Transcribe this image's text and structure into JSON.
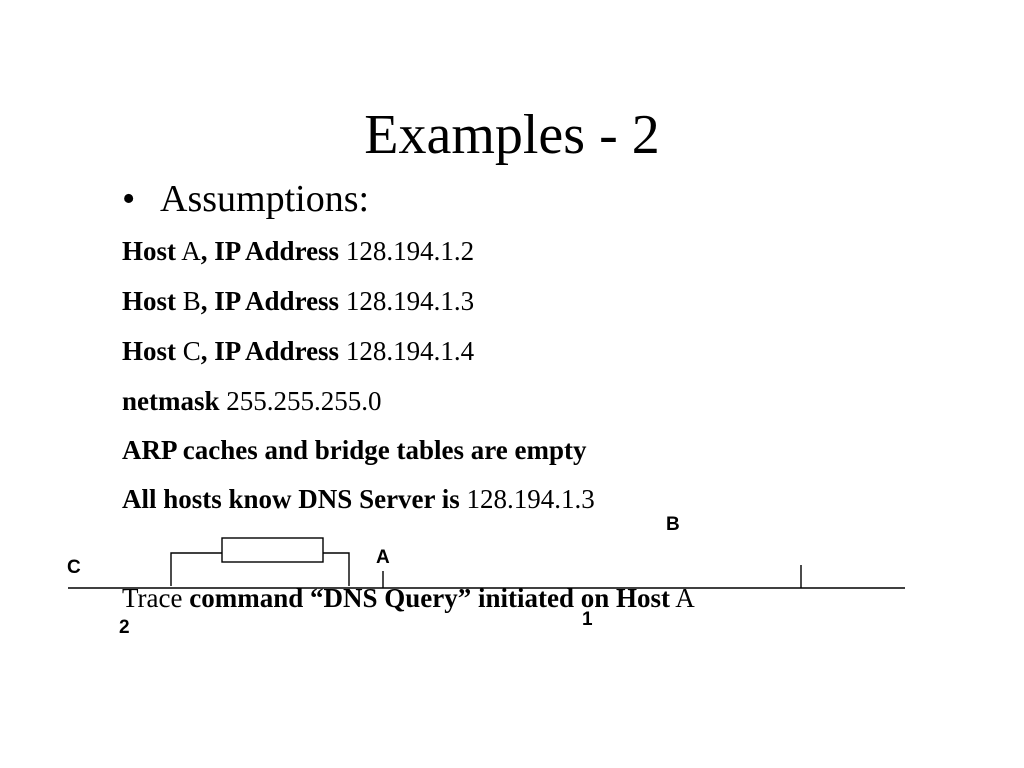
{
  "slide": {
    "title": "Examples - 2",
    "bullet": {
      "symbol": "•",
      "text": "Assumptions:"
    },
    "lines": [
      {
        "b1": "Host",
        "t1": " A",
        "b2": ", IP Address",
        "t2": " 128.194.1.2"
      },
      {
        "b1": "Host",
        "t1": " B",
        "b2": ", IP Address",
        "t2": " 128.194.1.3"
      },
      {
        "b1": "Host",
        "t1": " C",
        "b2": ", IP Address",
        "t2": " 128.194.1.4"
      },
      {
        "b1": "netmask",
        "t1": " 255.255.255.0"
      },
      {
        "b1": "ARP caches and bridge tables are empty"
      },
      {
        "b1": "All hosts know DNS Server is",
        "t1": " 128.194.1.3"
      }
    ],
    "trace": {
      "t1": "Trace",
      "b1": " command “DNS Query” initiated on Host",
      "t2": " A"
    }
  },
  "diagram": {
    "labels": {
      "host_c": "C",
      "host_a": "A",
      "host_b": "B",
      "segment_1": "1",
      "segment_2": "2"
    }
  }
}
